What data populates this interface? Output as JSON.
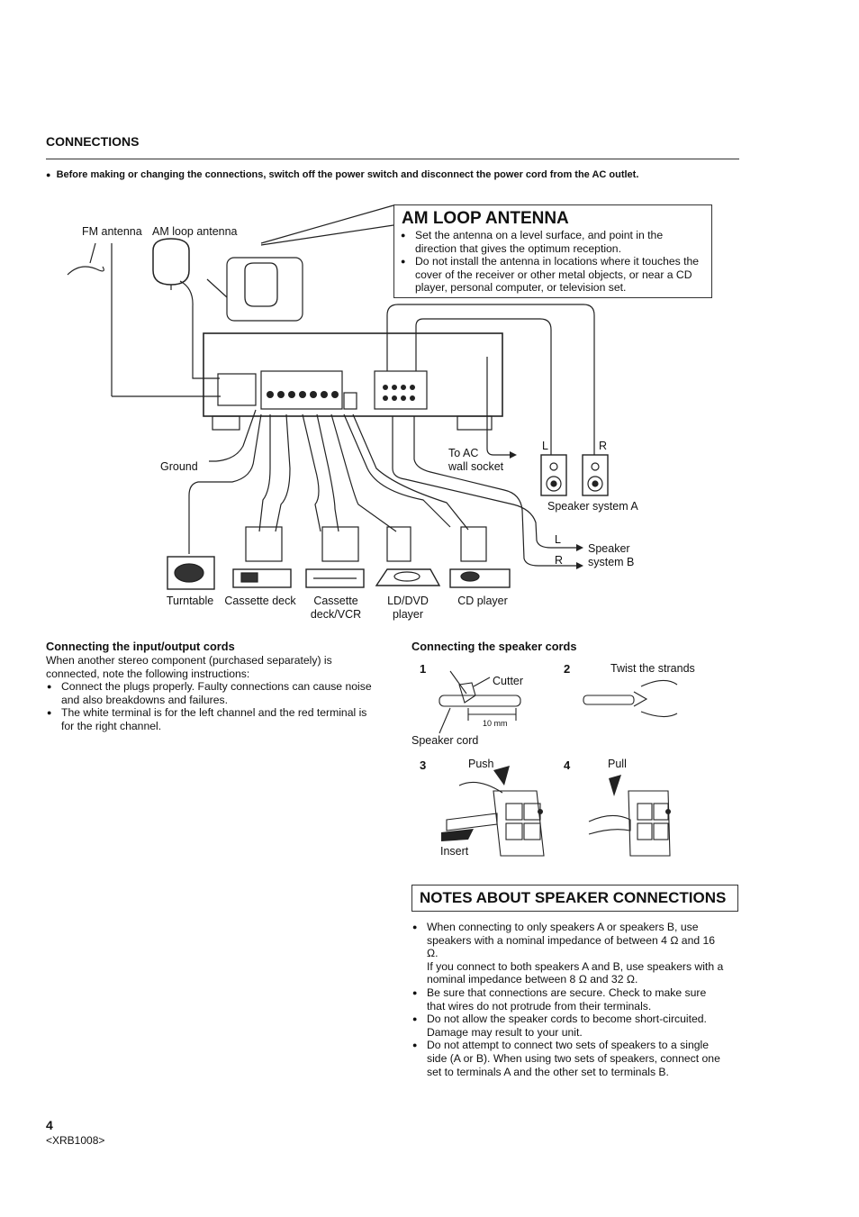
{
  "section": {
    "title": "CONNECTIONS"
  },
  "warning": "Before making or changing the connections, switch off the power switch and disconnect the power cord from the AC outlet.",
  "diagram": {
    "fm_antenna": "FM antenna",
    "am_loop_antenna": "AM loop antenna",
    "ground": "Ground",
    "to_ac_line1": "To AC",
    "to_ac_line2": "wall socket",
    "speaker_L": "L",
    "speaker_R": "R",
    "speaker_system_a": "Speaker system A",
    "speaker_b_L": "L",
    "speaker_b_R": "R",
    "speaker_system_b_line1": "Speaker",
    "speaker_system_b_line2": "system B",
    "devices": [
      {
        "line1": "Turntable",
        "line2": ""
      },
      {
        "line1": "Cassette deck",
        "line2": ""
      },
      {
        "line1": "Cassette",
        "line2": "deck/VCR"
      },
      {
        "line1": "LD/DVD",
        "line2": "player"
      },
      {
        "line1": "CD player",
        "line2": ""
      }
    ]
  },
  "am_loop": {
    "title": "AM LOOP ANTENNA",
    "items": [
      "Set the antenna on a level surface, and point in the direction that gives the optimum reception.",
      "Do not install the antenna in locations where it touches the cover of the receiver or other metal objects, or near a CD player, personal computer, or television set."
    ]
  },
  "input_output": {
    "heading": "Connecting the input/output cords",
    "intro": "When another stereo component (purchased separately) is connected, note the following instructions:",
    "items": [
      "Connect the plugs properly. Faulty connections can cause noise and also breakdowns and failures.",
      "The white terminal is for the left channel and the red terminal is for the right channel."
    ]
  },
  "speaker_cords": {
    "heading": "Connecting the speaker cords",
    "steps": [
      {
        "num": "1",
        "label": "Cutter",
        "extra": "10 mm",
        "caption": "Speaker cord"
      },
      {
        "num": "2",
        "label": "Twist the strands"
      },
      {
        "num": "3",
        "label": "Push",
        "caption": "Insert"
      },
      {
        "num": "4",
        "label": "Pull"
      }
    ]
  },
  "notes": {
    "title": "NOTES ABOUT SPEAKER CONNECTIONS",
    "items": [
      "When connecting to only speakers A or speakers B, use speakers with a nominal impedance of between 4 Ω and 16 Ω.",
      "Be sure that connections are secure. Check to make sure that wires do not protrude from their terminals.",
      "Do not allow the speaker cords to become short-circuited. Damage may result to your unit.",
      "Do not attempt to connect two sets of speakers to a single side (A or B).  When using two sets of speakers, connect one set to terminals A and the other set to terminals B."
    ],
    "item1_continued": "If you connect to both speakers A and B, use speakers with a nominal impedance between 8 Ω and 32 Ω."
  },
  "footer": {
    "page": "4",
    "code": "<XRB1008>"
  }
}
